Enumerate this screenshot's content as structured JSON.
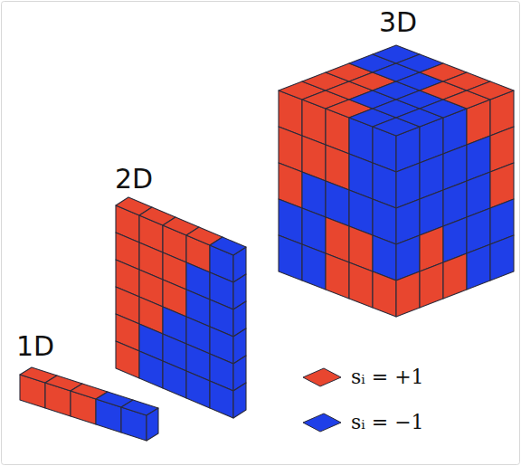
{
  "diagram": {
    "labels": [
      "3D",
      "2D",
      "1D"
    ],
    "legend": [
      {
        "text": "sᵢ = +1",
        "color": "#e8462f"
      },
      {
        "text": "sᵢ = −1",
        "color": "#1f3fe8"
      }
    ]
  }
}
